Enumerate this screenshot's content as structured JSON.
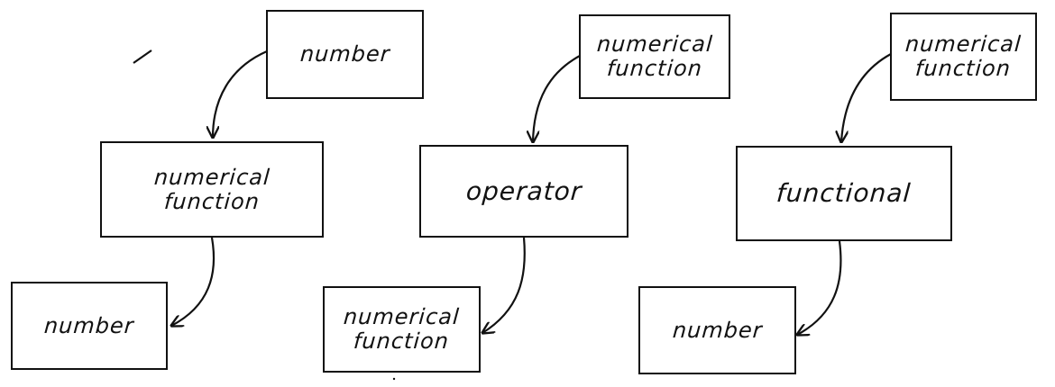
{
  "colors": {
    "ink": "#111111",
    "background": "#ffffff"
  },
  "chains": [
    {
      "top": {
        "lines": [
          "number"
        ]
      },
      "middle": {
        "lines": [
          "numerical",
          "function"
        ]
      },
      "bottom": {
        "lines": [
          "number"
        ]
      }
    },
    {
      "top": {
        "lines": [
          "numerical",
          "function"
        ]
      },
      "middle": {
        "lines": [
          "operator"
        ]
      },
      "bottom": {
        "lines": [
          "numerical",
          "function"
        ]
      }
    },
    {
      "top": {
        "lines": [
          "numerical",
          "function"
        ]
      },
      "middle": {
        "lines": [
          "functional"
        ]
      },
      "bottom": {
        "lines": [
          "number"
        ]
      }
    }
  ]
}
